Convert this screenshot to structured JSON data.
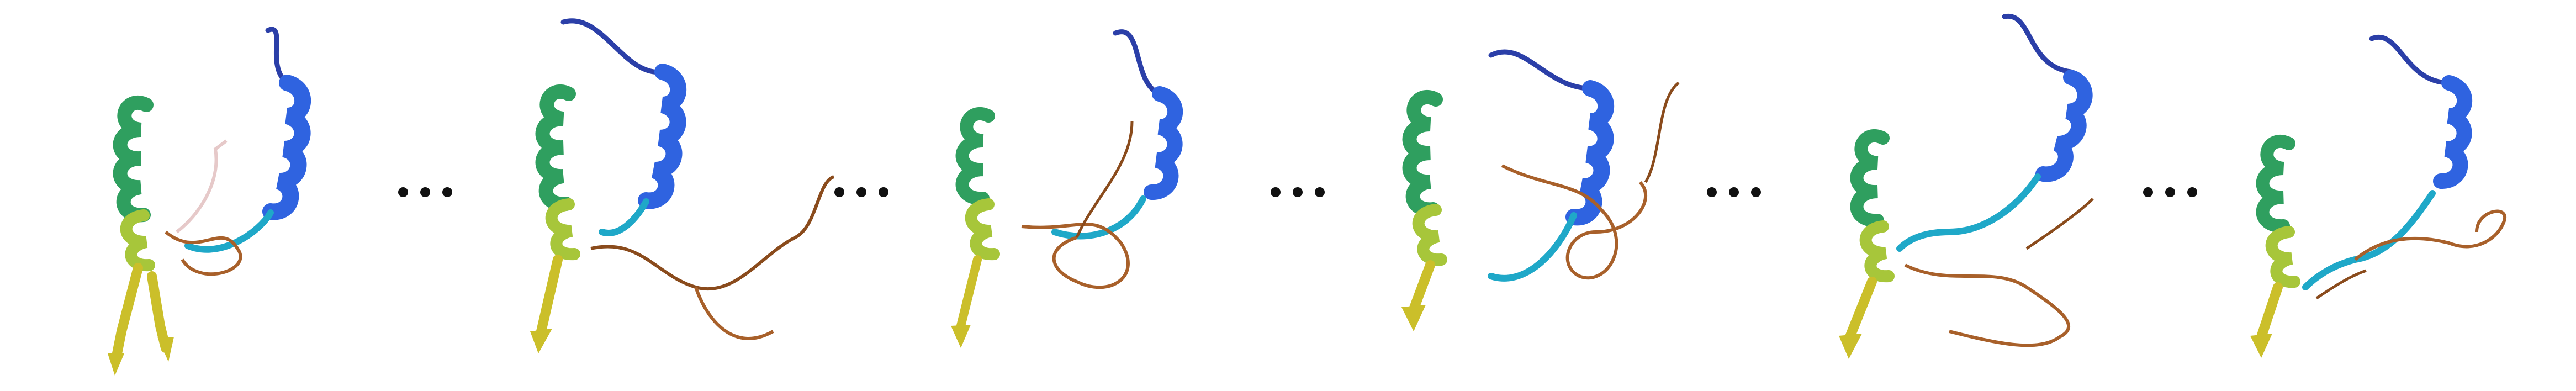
{
  "figure": {
    "frame_count": 6,
    "separator": "...",
    "colors": {
      "n_terminus": "#2b3fa8",
      "helix_blue": "#2f63e0",
      "helix_cyan": "#1fa8c8",
      "helix_green": "#2f9f5f",
      "yellow_green": "#a7c63a",
      "yellow": "#cbbf2a",
      "orange_loop": "#a8602a",
      "brown_loop": "#8a4b1c",
      "pale_loop": "#e6c9c9"
    },
    "frames": [
      {
        "id": "frame-1",
        "has_pale_segment": true
      },
      {
        "id": "frame-2",
        "has_pale_segment": false
      },
      {
        "id": "frame-3",
        "has_pale_segment": false
      },
      {
        "id": "frame-4",
        "has_pale_segment": false
      },
      {
        "id": "frame-5",
        "has_pale_segment": false
      },
      {
        "id": "frame-6",
        "has_pale_segment": false
      }
    ]
  }
}
